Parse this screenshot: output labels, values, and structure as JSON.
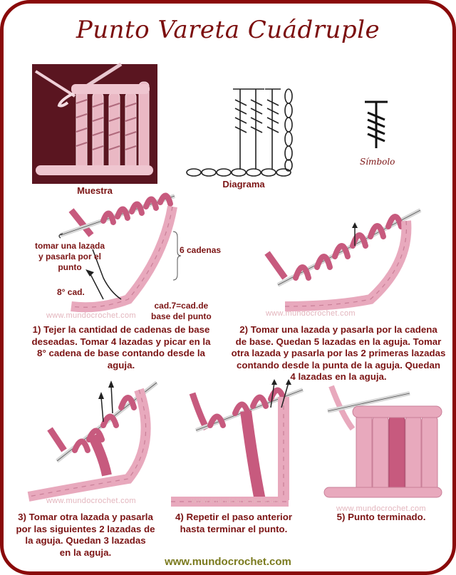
{
  "title": "Punto Vareta Cuádruple",
  "top_row": {
    "muestra_label": "Muestra",
    "diagrama_label": "Diagrama",
    "simbolo_label": "Símbolo"
  },
  "step1": {
    "annotations": {
      "tomar_lazada": "tomar una lazada y pasarla por el punto",
      "tomar_lazada_lines": [
        "tomar una lazada",
        "y pasarla por el",
        "punto"
      ],
      "seis_cadenas": "6 cadenas",
      "octava_cad": "8° cad.",
      "cad7_lines": [
        "cad.7=cad.de",
        "base del punto"
      ]
    },
    "text_lines": [
      "1) Tejer la cantidad de cadenas de base",
      "deseadas. Tomar 4 lazadas y picar en la",
      "8° cadena de base contando desde la",
      "aguja."
    ]
  },
  "step2": {
    "text_lines": [
      "2) Tomar una lazada y pasarla por la cadena",
      "de base. Quedan 5 lazadas en la aguja. Tomar",
      "otra lazada y pasarla por las 2 primeras lazadas",
      "contando desde la punta de la aguja. Quedan",
      "4 lazadas en la aguja."
    ]
  },
  "step3": {
    "text_lines": [
      "3) Tomar otra lazada y pasarla",
      "por las siguientes 2 lazadas de",
      "la aguja. Quedan 3 lazadas",
      "en la aguja."
    ]
  },
  "step4": {
    "text_lines": [
      "4) Repetir el paso anterior",
      "hasta terminar el punto."
    ]
  },
  "step5": {
    "text_lines": [
      "5) Punto terminado."
    ]
  },
  "watermark": "www.mundocrochet.com",
  "footer_url": "www.mundocrochet.com",
  "colors": {
    "frame": "#8a0a0a",
    "title": "#7b0d0d",
    "caption": "#7b1414",
    "yarn_dark": "#c75a7e",
    "yarn_light": "#e8a9bd",
    "footer": "#7a7a1e",
    "photo_bg": "#5a1520"
  }
}
